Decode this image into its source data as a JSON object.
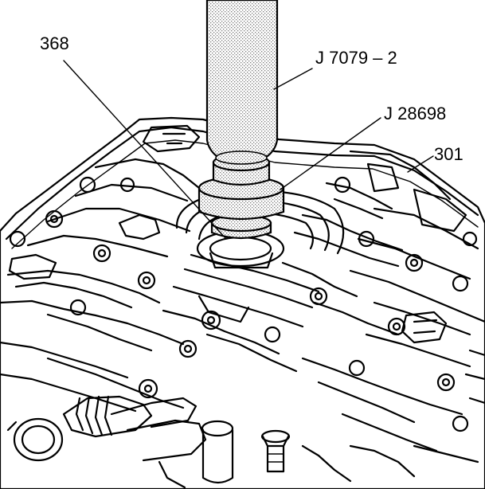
{
  "callouts": {
    "part_368": "368",
    "tool_j7079": "J 7079 – 2",
    "tool_j28698": "J 28698",
    "part_301": "301"
  },
  "colors": {
    "line": "#000000",
    "background": "#ffffff",
    "stipple": "#8a8a8a"
  }
}
